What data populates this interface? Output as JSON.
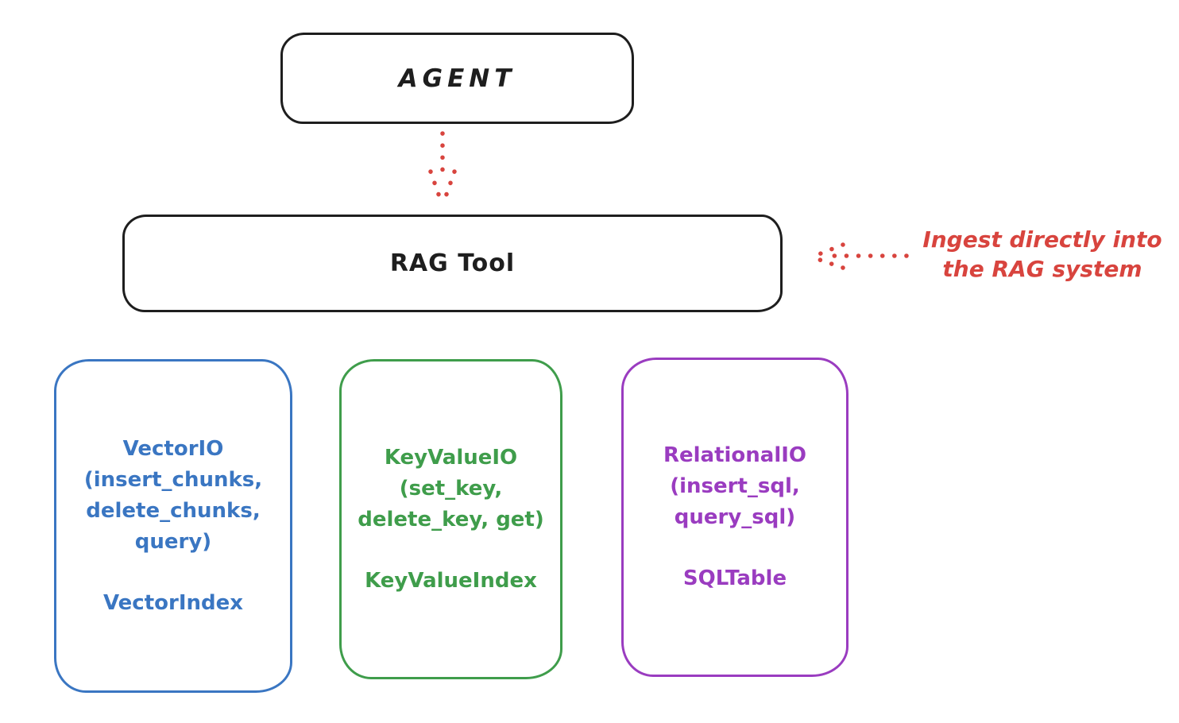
{
  "colors": {
    "ink": "#1e1e1e",
    "red": "#d8443e",
    "blue": "#3a76c2",
    "green": "#3f9d4b",
    "purple": "#9a3cc0",
    "background": "#ffffff"
  },
  "diagram": {
    "agent": {
      "label": "AGENT"
    },
    "rag_tool": {
      "label": "RAG Tool"
    },
    "annotation": {
      "text": "Ingest directly into\nthe RAG system"
    },
    "arrows": [
      {
        "name": "agent-to-rag-arrow",
        "style": "dotted",
        "color": "#d8443e",
        "direction": "down"
      },
      {
        "name": "annotation-to-rag-arrow",
        "style": "dotted",
        "color": "#d8443e",
        "direction": "left"
      }
    ],
    "backends": [
      {
        "name": "vector-io",
        "color": "#3a76c2",
        "title": "VectorIO\n(insert_chunks,\ndelete_chunks,\nquery)",
        "index": "VectorIndex"
      },
      {
        "name": "keyvalue-io",
        "color": "#3f9d4b",
        "title": "KeyValueIO\n(set_key,\ndelete_key, get)",
        "index": "KeyValueIndex"
      },
      {
        "name": "relational-io",
        "color": "#9a3cc0",
        "title": "RelationalIO\n(insert_sql,\nquery_sql)",
        "index": "SQLTable"
      }
    ]
  }
}
